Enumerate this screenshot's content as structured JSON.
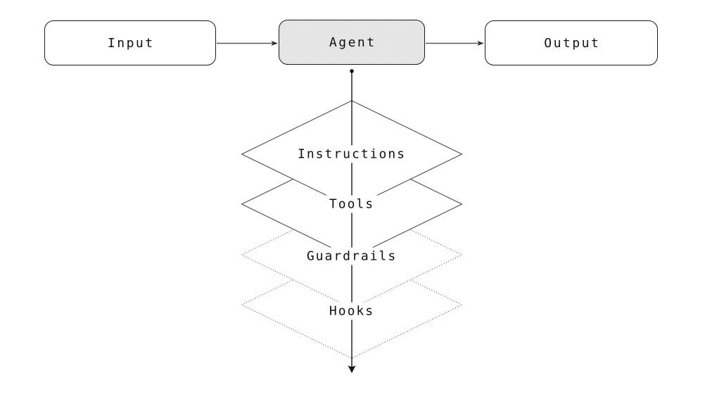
{
  "nodes": {
    "input": {
      "label": "Input"
    },
    "agent": {
      "label": "Agent"
    },
    "output": {
      "label": "Output"
    }
  },
  "layers": [
    {
      "label": "Instructions",
      "line_style": "solid"
    },
    {
      "label": "Tools",
      "line_style": "solid"
    },
    {
      "label": "Guardrails",
      "line_style": "dotted"
    },
    {
      "label": "Hooks",
      "line_style": "dotted"
    }
  ],
  "connectors": {
    "input_to_agent": {
      "type": "arrow-right"
    },
    "agent_to_output": {
      "type": "arrow-right"
    },
    "agent_to_layers": {
      "type": "dot-start-arrow-down"
    }
  },
  "colors": {
    "background": "#ffffff",
    "box_border": "#1a1a1a",
    "text": "#111111",
    "agent_fill_base": "#f4f4f4",
    "agent_fill_dot": "#d7d7d7",
    "gray_connector": "#5a5a5a",
    "black_connector": "#141414",
    "diamond_stroke": "#3f3f3f"
  }
}
